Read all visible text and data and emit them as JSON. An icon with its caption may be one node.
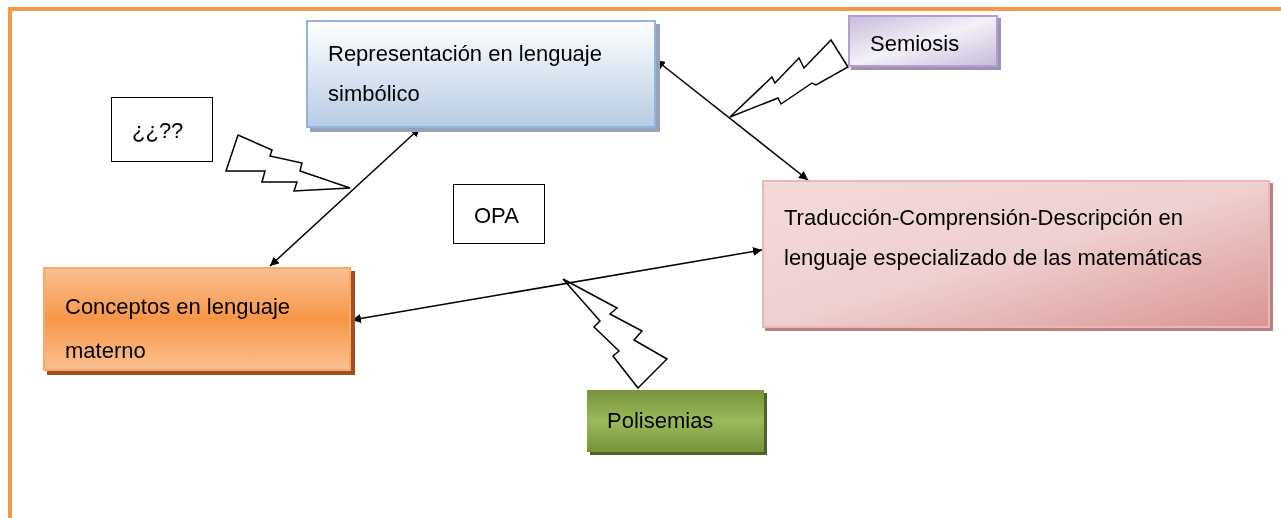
{
  "diagram": {
    "nodes": [
      {
        "text": [
          "Representación en lenguaje simbólico"
        ]
      },
      {
        "text": [
          "¿¿??"
        ]
      },
      {
        "text": [
          "Semiosis"
        ]
      },
      {
        "text": [
          "OPA"
        ]
      },
      {
        "text": [
          "Traducción-Comprensión-Descripción en lenguaje especializado de las matemáticas"
        ]
      },
      {
        "text": [
          "Conceptos en lenguaje materno"
        ]
      },
      {
        "text": [
          "Polisemias"
        ]
      }
    ],
    "edges": [
      {
        "from": 5,
        "to": 0,
        "arrow": "both"
      },
      {
        "from": 0,
        "to": 4,
        "arrow": "both"
      },
      {
        "from": 5,
        "to": 4,
        "arrow": "both"
      }
    ]
  }
}
